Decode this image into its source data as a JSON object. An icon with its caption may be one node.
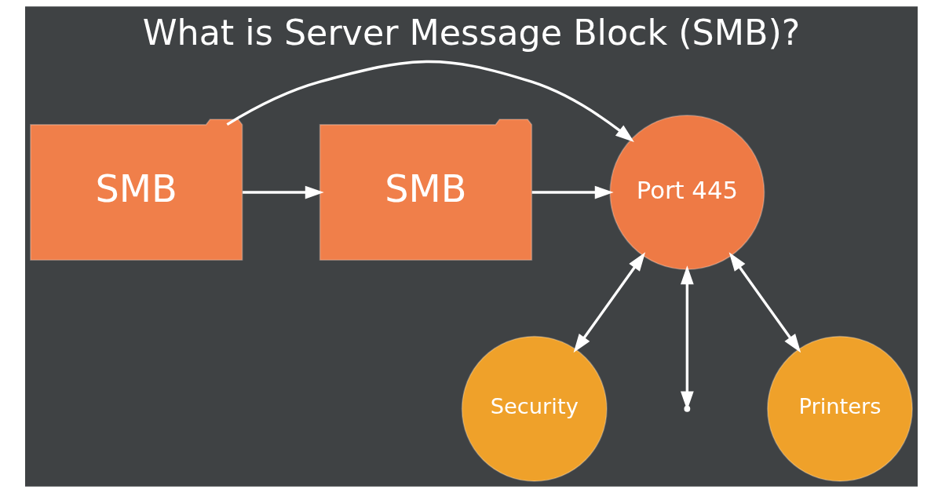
{
  "diagram": {
    "title": "What is Server Message Block (SMB)?",
    "nodes": [
      {
        "text": [
          "SMB"
        ]
      },
      {
        "text": [
          "Port 445"
        ]
      },
      {
        "text": [
          "Printers"
        ]
      },
      {
        "text": [
          "Security"
        ]
      },
      {
        "text": [
          "SMB"
        ]
      }
    ],
    "edges": [
      {
        "from": 0,
        "to": 1,
        "arrow": "to"
      },
      {
        "from": 4,
        "to": 1,
        "arrow": "to"
      },
      {
        "from": 2,
        "to": 1,
        "arrow": "both"
      },
      {
        "from": 1,
        "to": 3,
        "arrow": "both"
      },
      {
        "from": 1,
        "to": null,
        "arrow": "both"
      },
      {
        "from": 0,
        "to": 4,
        "arrow": "to"
      }
    ]
  }
}
